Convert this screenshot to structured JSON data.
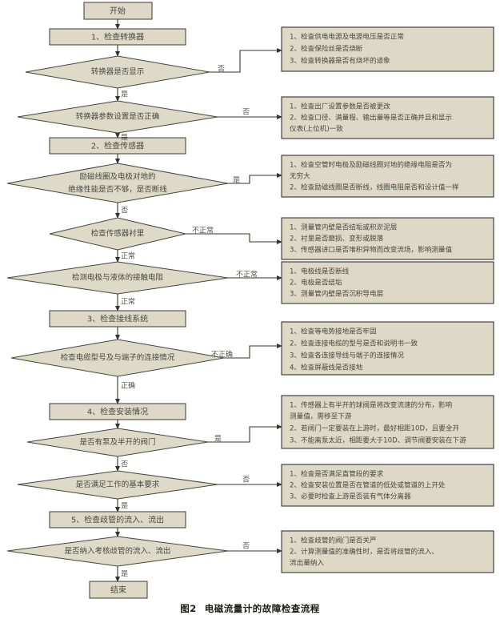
{
  "figure": {
    "caption_number": "图2",
    "caption_title": "电磁流量计的故障检查流程"
  },
  "palette": {
    "shape_fill": "#ddd9c6",
    "shape_stroke": "#35342d",
    "text": "#4a4a42",
    "page_background": "#ffffff"
  },
  "nodes": {
    "start": {
      "label": "开始",
      "type": "terminator"
    },
    "step1": {
      "label": "1、检查转换器",
      "type": "process"
    },
    "d1": {
      "label": "转换器是否显示",
      "type": "decision"
    },
    "d2": {
      "label": "转换器参数设置是否正确",
      "type": "decision"
    },
    "step2": {
      "label": "2、检查传感器",
      "type": "process"
    },
    "d3": {
      "label_line1": "励磁线圈及电极对地的",
      "label_line2": "绝缘性能是否不够，是否断线",
      "type": "decision"
    },
    "d4": {
      "label": "检查传感器衬里",
      "type": "decision"
    },
    "d5": {
      "label": "检测电极与液体的接触电阻",
      "type": "decision"
    },
    "step3": {
      "label": "3、检查接线系统",
      "type": "process"
    },
    "d6": {
      "label": "检查电缆型号及与端子的连接情况",
      "type": "decision"
    },
    "step4": {
      "label": "4、检查安装情况",
      "type": "process"
    },
    "d7": {
      "label": "是否有泵及半开的阀门",
      "type": "decision"
    },
    "d8": {
      "label": "是否满足工作的基本要求",
      "type": "decision"
    },
    "step5": {
      "label": "5、检查歧管的流入、流出",
      "type": "process"
    },
    "d9": {
      "label": "是否纳入考核歧管的流入、流出",
      "type": "decision"
    },
    "end": {
      "label": "结束",
      "type": "terminator"
    }
  },
  "edge_labels": {
    "d1_branch": "否",
    "d1_down": "是",
    "d2_branch": "否",
    "d2_down": "是",
    "d3_branch": "是",
    "d3_down": "否",
    "d4_branch": "不正常",
    "d4_down": "正常",
    "d5_branch": "不正常",
    "d5_down": "正常",
    "d6_branch": "不正确",
    "d6_down": "正确",
    "d7_branch": "是",
    "d7_down": "否",
    "d8_branch": "否",
    "d8_down": "是",
    "d9_branch": "否",
    "d9_down": "是"
  },
  "notes": [
    {
      "id": "note1",
      "lines": [
        "1、检查供电电源及电源电压是否正常",
        "2、检查保险丝是否烧断",
        "3、检查转换器是否有烧坏的迹象"
      ]
    },
    {
      "id": "note2",
      "lines": [
        "1、检查出厂设置参数是否被更改",
        "2、检查口径、满量程、输出量等是否正确并且和显示",
        "   仪表(上位机)一致"
      ]
    },
    {
      "id": "note3",
      "lines": [
        "1、检查空管时电极及励磁线圈对地的绝缘电阻是否为",
        "   无穷大",
        "2、检查励磁线圈是否断线，线圈电阻是否和设计值一样"
      ]
    },
    {
      "id": "note4",
      "lines": [
        "1、测量管内壁是否结垢或积淤泥层",
        "2、衬里是否磨损、变形或脱落",
        "3、传感器进口是否堆积异物而改变流场，影响测量值"
      ]
    },
    {
      "id": "note5",
      "lines": [
        "1、电极线是否断线",
        "2、电极是否结垢",
        "3、测量管内壁是否沉积导电层"
      ]
    },
    {
      "id": "note6",
      "lines": [
        "1、检查等电势接地是否牢固",
        "2、检查连接电缆的型号是否和说明书一致",
        "3、检查各连接导线与端子的连接情况",
        "4、检查屏蔽线是否接地"
      ]
    },
    {
      "id": "note7",
      "lines": [
        "1、传感器上有半开的球阀是将改变流速的分布，影响",
        "   测量值，需移至下游",
        "2、若阀门一定要装在上游时，最好相距10D，且要全开",
        "3、不能离泵太近，相距要大于10D、调节阀要安装在下游"
      ]
    },
    {
      "id": "note8",
      "lines": [
        "1、检查是否满足直管段的要求",
        "2、检查安装位置是否在管道的低处或管道的上开处",
        "3、必要时检查上游是否装有气体分离器"
      ]
    },
    {
      "id": "note9",
      "lines": [
        "1、检查歧管的阀门是否关严",
        "2、计算测量值的准确性时，是否将歧管的流入、",
        "   流出量纳入"
      ]
    }
  ]
}
